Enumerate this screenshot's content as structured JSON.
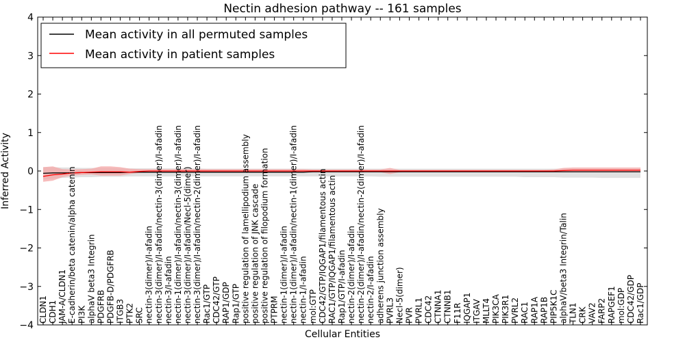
{
  "chart_data": {
    "type": "line",
    "title": "Nectin adhesion pathway -- 161 samples",
    "xlabel": "Cellular Entities",
    "ylabel": "Inferred Activity",
    "ylim": [
      -4,
      4
    ],
    "yticks": [
      "-4",
      "-3",
      "-2",
      "-1",
      "0",
      "1",
      "2",
      "3",
      "4"
    ],
    "grid": false,
    "legend_position": "top-left",
    "categories": [
      "CLDN1",
      "CDH1",
      "JAM-A/CLDN1",
      "E-cadherin/beta catenin/alpha catenin",
      "PI3K",
      "alphaV beta3 Integrin",
      "PDGFRB",
      "PDGFB-D/PDGFRB",
      "ITGB3",
      "PTK2",
      "SRC",
      "nectin-3(dimer)/I-afadin",
      "nectin-3(dimer)/I-afadin/nectin-3(dimer)/I-afadin",
      "nectin-3/I-afadin",
      "nectin-1(dimer)/I-afadin/nectin-3(dimer)/I-afadin",
      "nectin-3(dimer)/I-afadin/Necl-5(dimer)",
      "nectin-3(dimer)/I-afadin/nectin-2(dimer)/I-afadin",
      "Rac1/GTP",
      "CDC42/GTP",
      "RAP1/GDP",
      "Rap1/GTP",
      "positive regulation of lamellipodium assembly",
      "positive regulation of JNK cascade",
      "positive regulation of filopodium formation",
      "PTPRM",
      "nectin-1(dimer)/I-afadin",
      "nectin-1(dimer)/I-afadin/nectin-1(dimer)/I-afadin",
      "nectin-1/I-afadin",
      "mol:GTP",
      "CDC42/GTP/IQGAP1/filamentous actin",
      "RAC1/GTP/IQGAP1/filamentous actin",
      "Rap1/GTP/I-afadin",
      "nectin-2(dimer)/I-afadin",
      "nectin-2(dimer)/I-afadin/nectin-2(dimer)/I-afadin",
      "nectin-2/I-afadin",
      "adherens junction assembly",
      "PVRL3",
      "Necl-5(dimer)",
      "PVR",
      "PVRL1",
      "CDC42",
      "CTNNA1",
      "CTNNB1",
      "F11R",
      "IQGAP1",
      "ITGAV",
      "MLLT4",
      "PIK3CA",
      "PIK3R1",
      "PVRL2",
      "RAC1",
      "RAP1A",
      "RAP1B",
      "PIP5K1C",
      "alphaV/beta3 Integrin/Talin",
      "TLN1",
      "CRK",
      "VAV2",
      "FARP2",
      "RAPGEF1",
      "mol:GDP",
      "CDC42/GDP",
      "Rac1/GDP"
    ],
    "series": [
      {
        "name": "Mean activity in all permuted samples",
        "color": "#000000",
        "band_color": "#c8c8c8",
        "values": [
          -0.06,
          -0.05,
          -0.05,
          -0.05,
          -0.04,
          -0.04,
          -0.04,
          -0.04,
          -0.04,
          -0.03,
          -0.03,
          -0.03,
          -0.03,
          -0.03,
          -0.03,
          -0.03,
          -0.03,
          -0.03,
          -0.03,
          -0.03,
          -0.03,
          -0.03,
          -0.03,
          -0.03,
          -0.03,
          -0.03,
          -0.03,
          -0.03,
          -0.02,
          -0.02,
          -0.02,
          -0.02,
          -0.02,
          -0.02,
          -0.02,
          -0.02,
          -0.02,
          -0.02,
          -0.02,
          -0.02,
          -0.02,
          -0.02,
          -0.02,
          -0.02,
          -0.02,
          -0.02,
          -0.02,
          -0.02,
          -0.02,
          -0.02,
          -0.02,
          -0.02,
          -0.02,
          -0.02,
          -0.02,
          -0.02,
          -0.02,
          -0.02,
          -0.02,
          -0.02,
          -0.02,
          -0.02,
          -0.02
        ],
        "lower": [
          -0.22,
          -0.2,
          -0.18,
          -0.17,
          -0.16,
          -0.16,
          -0.15,
          -0.15,
          -0.15,
          -0.14,
          -0.14,
          -0.14,
          -0.14,
          -0.14,
          -0.14,
          -0.14,
          -0.14,
          -0.14,
          -0.14,
          -0.14,
          -0.14,
          -0.14,
          -0.14,
          -0.14,
          -0.14,
          -0.14,
          -0.14,
          -0.14,
          -0.14,
          -0.14,
          -0.14,
          -0.14,
          -0.14,
          -0.14,
          -0.14,
          -0.15,
          -0.15,
          -0.15,
          -0.15,
          -0.15,
          -0.15,
          -0.15,
          -0.15,
          -0.15,
          -0.15,
          -0.15,
          -0.15,
          -0.15,
          -0.15,
          -0.15,
          -0.16,
          -0.16,
          -0.16,
          -0.16,
          -0.17,
          -0.17,
          -0.17,
          -0.17,
          -0.18,
          -0.18,
          -0.18,
          -0.18,
          -0.18
        ],
        "upper": [
          0.1,
          0.1,
          0.09,
          0.09,
          0.08,
          0.08,
          0.08,
          0.08,
          0.07,
          0.07,
          0.07,
          0.07,
          0.07,
          0.07,
          0.07,
          0.07,
          0.07,
          0.06,
          0.06,
          0.06,
          0.06,
          0.06,
          0.06,
          0.06,
          0.06,
          0.06,
          0.06,
          0.06,
          0.06,
          0.06,
          0.06,
          0.06,
          0.06,
          0.06,
          0.06,
          0.06,
          0.06,
          0.06,
          0.06,
          0.06,
          0.06,
          0.06,
          0.06,
          0.06,
          0.06,
          0.06,
          0.06,
          0.06,
          0.06,
          0.06,
          0.06,
          0.06,
          0.06,
          0.06,
          0.06,
          0.06,
          0.06,
          0.06,
          0.06,
          0.06,
          0.06,
          0.06,
          0.06
        ]
      },
      {
        "name": "Mean activity in patient samples",
        "color": "#ff0000",
        "band_color": "#f4a6a6",
        "values": [
          -0.14,
          -0.1,
          -0.08,
          -0.05,
          -0.04,
          -0.03,
          -0.02,
          -0.02,
          -0.02,
          -0.03,
          -0.01,
          0.0,
          0.0,
          0.0,
          0.0,
          0.0,
          0.0,
          0.0,
          0.0,
          0.0,
          0.0,
          0.0,
          0.0,
          0.0,
          0.0,
          0.0,
          0.0,
          0.0,
          0.0,
          0.0,
          0.0,
          0.0,
          0.0,
          0.0,
          0.0,
          0.0,
          0.0,
          0.0,
          0.0,
          0.0,
          0.0,
          0.0,
          0.0,
          0.0,
          0.0,
          0.0,
          0.0,
          0.0,
          0.0,
          0.0,
          0.0,
          0.0,
          0.0,
          0.0,
          0.01,
          0.02,
          0.02,
          0.02,
          0.02,
          0.02,
          0.02,
          0.02,
          0.02
        ],
        "lower": [
          -0.28,
          -0.25,
          -0.16,
          -0.12,
          -0.1,
          -0.09,
          -0.12,
          -0.12,
          -0.12,
          -0.08,
          -0.05,
          -0.04,
          -0.04,
          -0.04,
          -0.04,
          -0.04,
          -0.04,
          -0.04,
          -0.04,
          -0.04,
          -0.04,
          -0.04,
          -0.04,
          -0.04,
          -0.04,
          -0.04,
          -0.04,
          -0.04,
          -0.03,
          -0.03,
          -0.03,
          -0.03,
          -0.03,
          -0.03,
          -0.03,
          -0.03,
          -0.08,
          -0.03,
          -0.02,
          -0.02,
          -0.02,
          -0.02,
          -0.02,
          -0.02,
          -0.02,
          -0.02,
          -0.02,
          -0.02,
          -0.02,
          -0.02,
          -0.02,
          -0.02,
          -0.02,
          -0.02,
          -0.03,
          -0.03,
          -0.03,
          -0.03,
          -0.03,
          -0.03,
          -0.03,
          -0.03,
          -0.03
        ],
        "upper": [
          0.1,
          0.12,
          0.05,
          0.04,
          0.05,
          0.06,
          0.12,
          0.12,
          0.1,
          0.06,
          0.05,
          0.05,
          0.05,
          0.05,
          0.05,
          0.05,
          0.05,
          0.05,
          0.05,
          0.05,
          0.05,
          0.05,
          0.05,
          0.05,
          0.05,
          0.05,
          0.05,
          0.05,
          0.04,
          0.04,
          0.04,
          0.04,
          0.04,
          0.04,
          0.04,
          0.04,
          0.08,
          0.03,
          0.03,
          0.03,
          0.03,
          0.03,
          0.03,
          0.03,
          0.03,
          0.03,
          0.03,
          0.03,
          0.03,
          0.03,
          0.03,
          0.03,
          0.03,
          0.04,
          0.08,
          0.09,
          0.09,
          0.09,
          0.09,
          0.09,
          0.09,
          0.09,
          0.09
        ]
      }
    ]
  }
}
